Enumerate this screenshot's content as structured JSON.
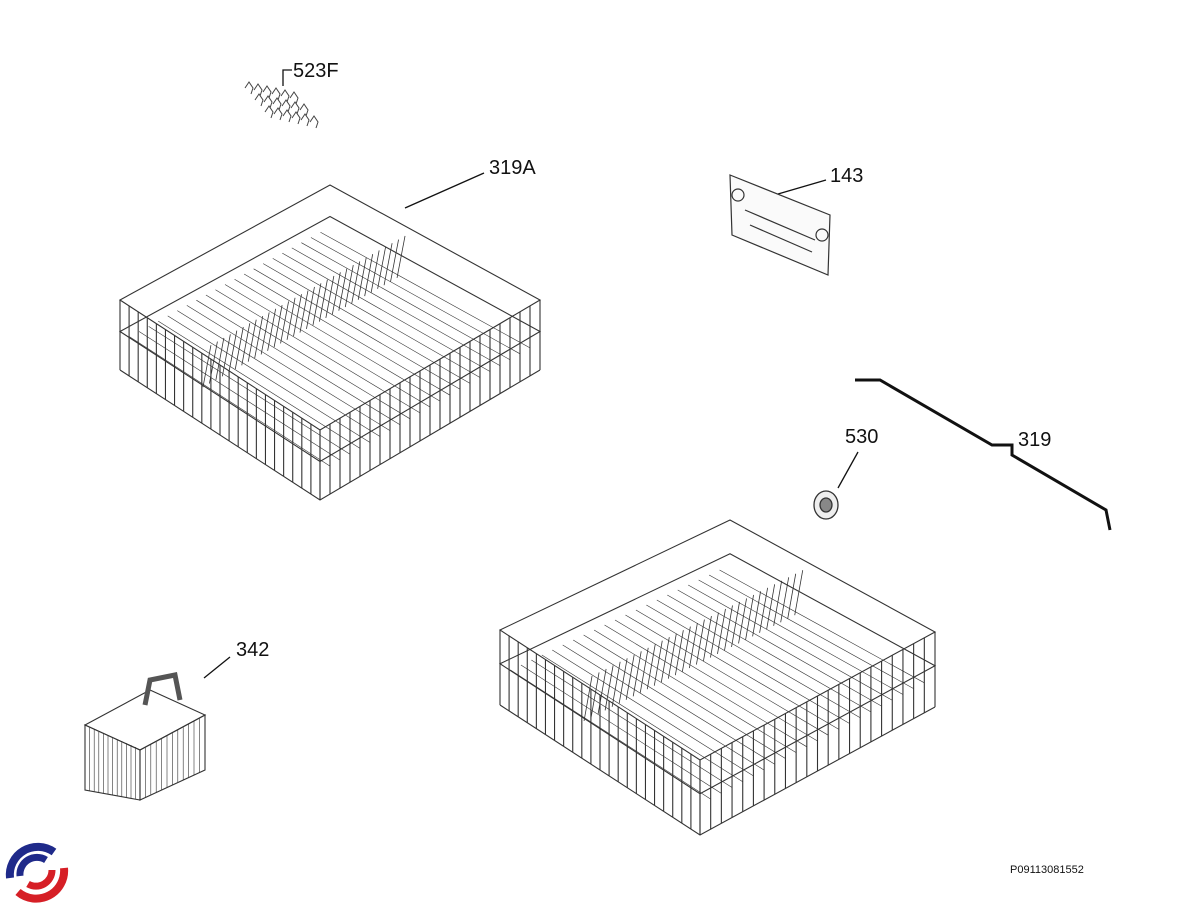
{
  "parts": [
    {
      "id": "part-523f",
      "label": "523F",
      "description_name": "wire-clips"
    },
    {
      "id": "part-319a",
      "label": "319A",
      "description_name": "upper-basket"
    },
    {
      "id": "part-143",
      "label": "143",
      "description_name": "rail-bracket"
    },
    {
      "id": "part-319",
      "label": "319",
      "description_name": "rail"
    },
    {
      "id": "part-530",
      "label": "530",
      "description_name": "wheel"
    },
    {
      "id": "part-342",
      "label": "342",
      "description_name": "cutlery-basket"
    }
  ],
  "diagram_code": "P09113081552",
  "colors": {
    "line": "#222222",
    "logo_blue": "#1f2a8a",
    "logo_red": "#d61f26"
  }
}
